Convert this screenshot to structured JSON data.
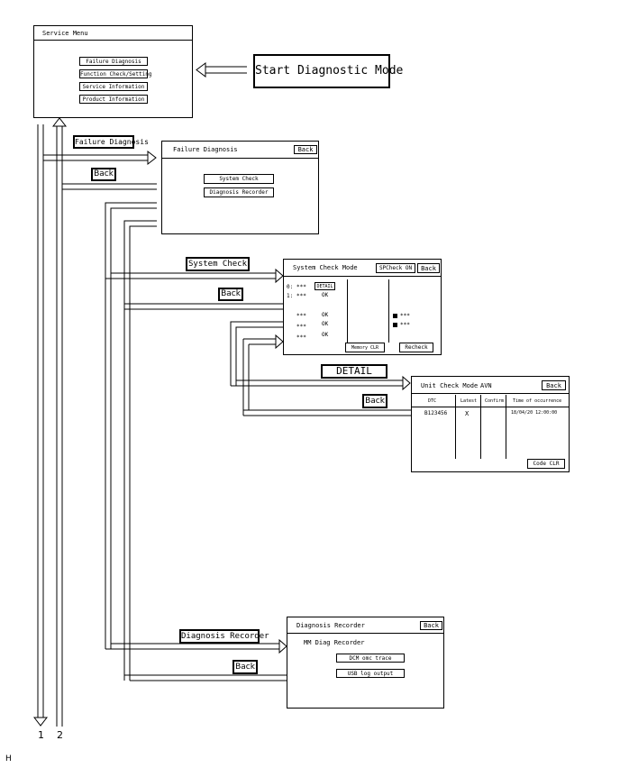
{
  "service_menu": {
    "title": "Service Menu",
    "items": [
      "Failure Diagnosis",
      "Function Check/Setting",
      "Service Information",
      "Product Information"
    ]
  },
  "start_label": "Start Diagnostic Mode",
  "labels": {
    "failure_diagnosis": "Failure Diagnosis",
    "back1": "Back",
    "system_check": "System Check",
    "back2": "Back",
    "detail": "DETAIL",
    "back3": "Back",
    "diagnosis_recorder": "Diagnosis Recorder",
    "back4": "Back"
  },
  "failure_screen": {
    "title": "Failure Diagnosis",
    "back": "Back",
    "buttons": [
      "System Check",
      "Diagnosis Recorder"
    ]
  },
  "system_screen": {
    "title": "System Check Mode",
    "spcheck": "SPCheck ON",
    "back": "Back",
    "rows": [
      {
        "prefix": "0:",
        "code": "***",
        "status": "DETAIL"
      },
      {
        "prefix": "1:",
        "code": "***",
        "status": "OK"
      },
      {
        "prefix": "",
        "code": "***",
        "status": "OK"
      },
      {
        "prefix": "",
        "code": "***",
        "status": "OK"
      },
      {
        "prefix": "",
        "code": "***",
        "status": "OK"
      }
    ],
    "right_items": [
      "***",
      "***"
    ],
    "memory_clr": "Memory CLR",
    "recheck": "Recheck"
  },
  "unit_screen": {
    "title": "Unit Check Mode",
    "unit": "AVN",
    "back": "Back",
    "headers": [
      "DTC",
      "Latest",
      "Confirm",
      "Time of occurrence"
    ],
    "row": {
      "dtc": "B123456",
      "latest": "X",
      "confirm": "",
      "time": "18/04/20 12:00:00"
    },
    "code_clr": "Code CLR"
  },
  "recorder_screen": {
    "title": "Diagnosis Recorder",
    "back": "Back",
    "subtitle": "MM Diag Recorder",
    "buttons": [
      "DCM omc trace",
      "USB log output"
    ]
  },
  "footer": {
    "n1": "1",
    "n2": "2",
    "corner": "H"
  }
}
